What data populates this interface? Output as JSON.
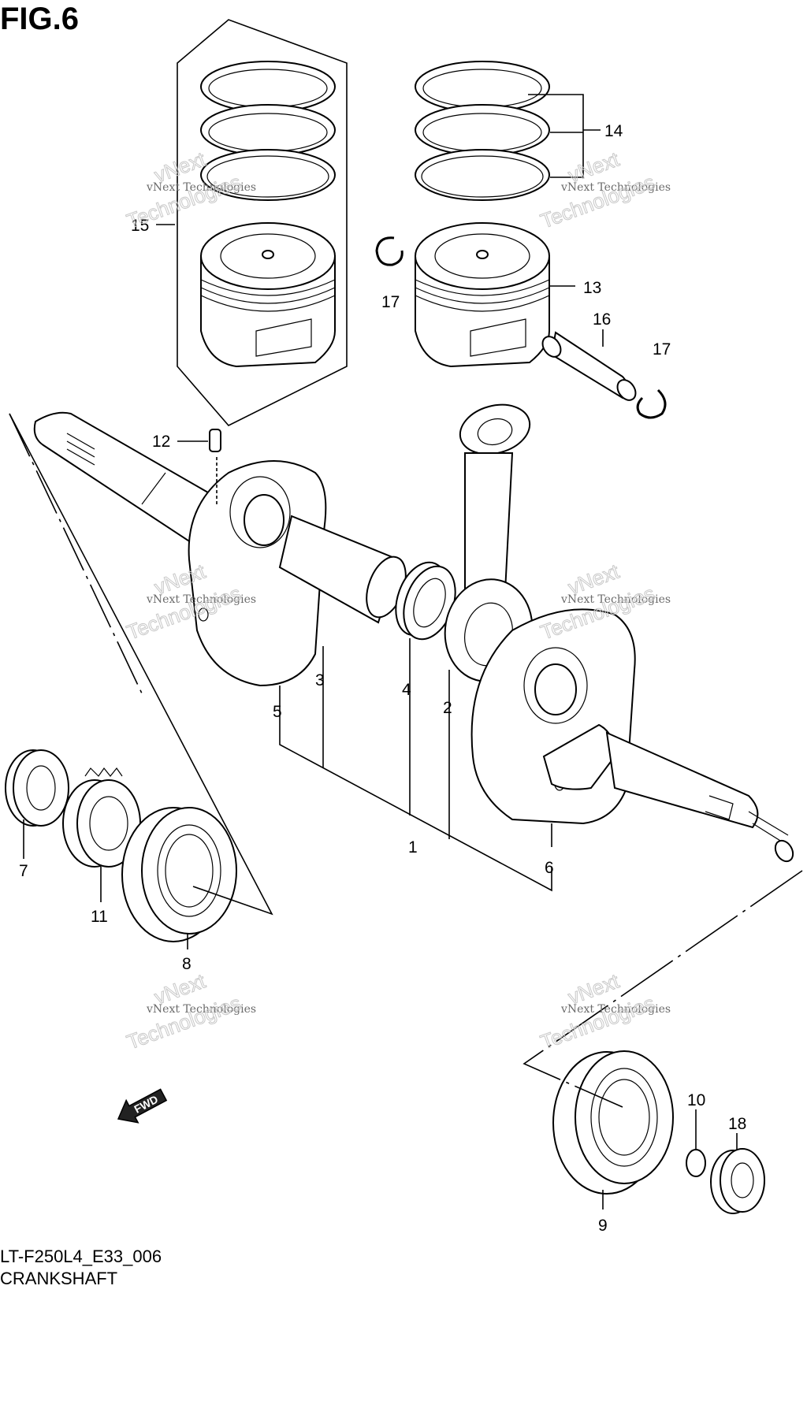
{
  "figure": {
    "title": "FIG.6",
    "code": "LT-F250L4_E33_006",
    "name": "CRANKSHAFT"
  },
  "callouts": {
    "c1": "1",
    "c2": "2",
    "c3": "3",
    "c4": "4",
    "c5": "5",
    "c6": "6",
    "c7": "7",
    "c8": "8",
    "c9": "9",
    "c10": "10",
    "c11": "11",
    "c12": "12",
    "c13": "13",
    "c14": "14",
    "c15": "15",
    "c16": "16",
    "c17a": "17",
    "c17b": "17",
    "c18": "18"
  },
  "watermark": {
    "line1": "vNext Technologies",
    "line2": "vNext",
    "line3": "Technologies"
  },
  "fwd_label": "FWD"
}
